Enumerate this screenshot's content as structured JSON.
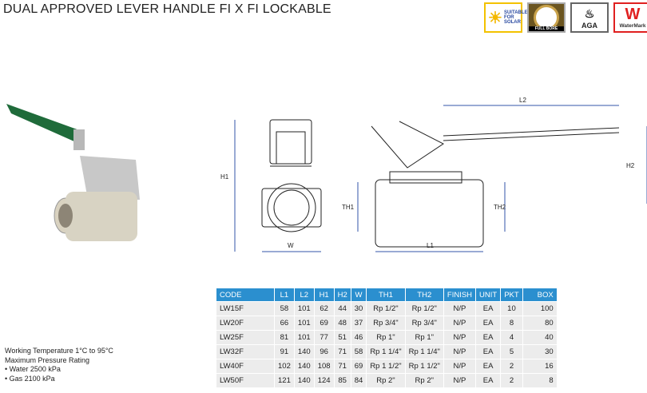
{
  "title": "DUAL APPROVED LEVER HANDLE FI X FI LOCKABLE",
  "badges": {
    "solar": "SUITABLE FOR SOLAR",
    "fullbore": "FULL BORE",
    "aga": "AGA",
    "watermark": "WaterMark"
  },
  "diagram": {
    "h1": "H1",
    "w": "W",
    "th1": "TH1",
    "th2": "TH2",
    "l1": "L1",
    "l2": "L2",
    "h2": "H2"
  },
  "specs": {
    "temp": "Working Temperature  1°C to 95°C",
    "pressure": "Maximum Pressure Rating",
    "water": "• Water 2500 kPa",
    "gas": "• Gas 2100 kPa"
  },
  "table": {
    "headers": [
      "CODE",
      "L1",
      "L2",
      "H1",
      "H2",
      "W",
      "TH1",
      "TH2",
      "FINISH",
      "UNIT",
      "PKT",
      "BOX"
    ],
    "rows": [
      [
        "LW15F",
        "58",
        "101",
        "62",
        "44",
        "30",
        "Rp 1/2\"",
        "Rp 1/2\"",
        "N/P",
        "EA",
        "10",
        "100"
      ],
      [
        "LW20F",
        "66",
        "101",
        "69",
        "48",
        "37",
        "Rp 3/4\"",
        "Rp 3/4\"",
        "N/P",
        "EA",
        "8",
        "80"
      ],
      [
        "LW25F",
        "81",
        "101",
        "77",
        "51",
        "46",
        "Rp 1\"",
        "Rp 1\"",
        "N/P",
        "EA",
        "4",
        "40"
      ],
      [
        "LW32F",
        "91",
        "140",
        "96",
        "71",
        "58",
        "Rp 1 1/4\"",
        "Rp 1 1/4\"",
        "N/P",
        "EA",
        "5",
        "30"
      ],
      [
        "LW40F",
        "102",
        "140",
        "108",
        "71",
        "69",
        "Rp 1 1/2\"",
        "Rp 1 1/2\"",
        "N/P",
        "EA",
        "2",
        "16"
      ],
      [
        "LW50F",
        "121",
        "140",
        "124",
        "85",
        "84",
        "Rp 2\"",
        "Rp 2\"",
        "N/P",
        "EA",
        "2",
        "8"
      ]
    ]
  }
}
